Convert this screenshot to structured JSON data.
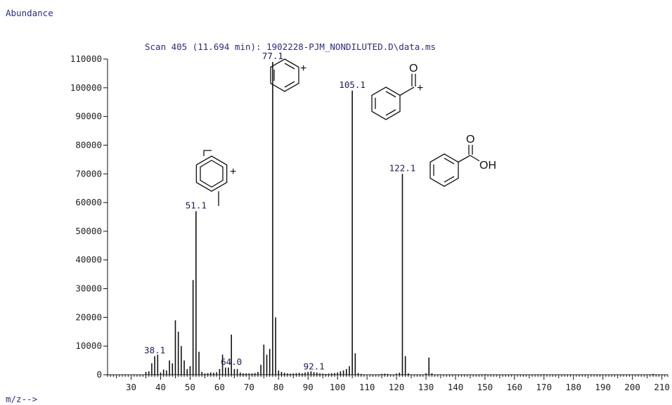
{
  "chart_data": {
    "type": "bar",
    "title": "Scan 405 (11.694 min): 1902228-PJM_NONDILUTED.D\\data.ms",
    "ylabel": "Abundance",
    "xlabel": "m/z-->",
    "xlim": [
      22,
      212
    ],
    "ylim": [
      0,
      110000
    ],
    "xticks": [
      30,
      40,
      50,
      60,
      70,
      80,
      90,
      100,
      110,
      120,
      130,
      140,
      150,
      160,
      170,
      180,
      190,
      200,
      210
    ],
    "yticks": [
      0,
      10000,
      20000,
      30000,
      40000,
      50000,
      60000,
      70000,
      80000,
      90000,
      100000,
      110000
    ],
    "grid": false,
    "peaks": [
      [
        35,
        1000
      ],
      [
        36,
        1200
      ],
      [
        37,
        4000
      ],
      [
        38,
        6500
      ],
      [
        39,
        7000
      ],
      [
        40,
        800
      ],
      [
        41,
        1800
      ],
      [
        42,
        1500
      ],
      [
        43,
        5000
      ],
      [
        44,
        4000
      ],
      [
        45,
        19000
      ],
      [
        46,
        15000
      ],
      [
        47,
        10000
      ],
      [
        48,
        5000
      ],
      [
        49,
        2000
      ],
      [
        50,
        3000
      ],
      [
        51,
        33000
      ],
      [
        52,
        57000
      ],
      [
        53,
        8000
      ],
      [
        54,
        1000
      ],
      [
        55,
        500
      ],
      [
        56,
        600
      ],
      [
        57,
        800
      ],
      [
        58,
        700
      ],
      [
        59,
        900
      ],
      [
        60,
        2000
      ],
      [
        61,
        7000
      ],
      [
        62,
        2500
      ],
      [
        63,
        2500
      ],
      [
        64,
        14000
      ],
      [
        65,
        2000
      ],
      [
        66,
        2000
      ],
      [
        67,
        800
      ],
      [
        68,
        500
      ],
      [
        69,
        500
      ],
      [
        70,
        500
      ],
      [
        71,
        500
      ],
      [
        72,
        600
      ],
      [
        73,
        1000
      ],
      [
        74,
        3500
      ],
      [
        75,
        10500
      ],
      [
        76,
        7000
      ],
      [
        77,
        9000
      ],
      [
        78,
        109000
      ],
      [
        79,
        20000
      ],
      [
        80,
        1500
      ],
      [
        81,
        1000
      ],
      [
        82,
        700
      ],
      [
        83,
        500
      ],
      [
        84,
        400
      ],
      [
        85,
        500
      ],
      [
        86,
        600
      ],
      [
        87,
        700
      ],
      [
        88,
        500
      ],
      [
        89,
        800
      ],
      [
        90,
        1000
      ],
      [
        91,
        1200
      ],
      [
        92,
        900
      ],
      [
        93,
        800
      ],
      [
        94,
        500
      ],
      [
        95,
        400
      ],
      [
        96,
        300
      ],
      [
        97,
        400
      ],
      [
        98,
        500
      ],
      [
        99,
        600
      ],
      [
        100,
        800
      ],
      [
        101,
        1200
      ],
      [
        102,
        1500
      ],
      [
        103,
        2000
      ],
      [
        104,
        3000
      ],
      [
        105,
        99000
      ],
      [
        106,
        7500
      ],
      [
        107,
        600
      ],
      [
        108,
        300
      ],
      [
        115,
        300
      ],
      [
        116,
        400
      ],
      [
        117,
        300
      ],
      [
        120,
        400
      ],
      [
        121,
        700
      ],
      [
        122,
        70000
      ],
      [
        123,
        6500
      ],
      [
        124,
        500
      ],
      [
        130,
        500
      ],
      [
        131,
        6000
      ],
      [
        132,
        500
      ],
      [
        150,
        200
      ],
      [
        170,
        200
      ],
      [
        207,
        300
      ]
    ],
    "peak_labels": [
      {
        "text": "38.1",
        "x": 38,
        "y": 6500
      },
      {
        "text": "51.1",
        "x": 52,
        "y": 57000
      },
      {
        "text": "64.0",
        "x": 64,
        "y": 2500
      },
      {
        "text": "77.1",
        "x": 78,
        "y": 109000
      },
      {
        "text": "92.1",
        "x": 92,
        "y": 900
      },
      {
        "text": "105.1",
        "x": 105,
        "y": 99000
      },
      {
        "text": "122.1",
        "x": 122,
        "y": 70000
      }
    ]
  },
  "structures": {
    "plus": "+",
    "oxygen": "O",
    "hydroxyl": "OH"
  }
}
